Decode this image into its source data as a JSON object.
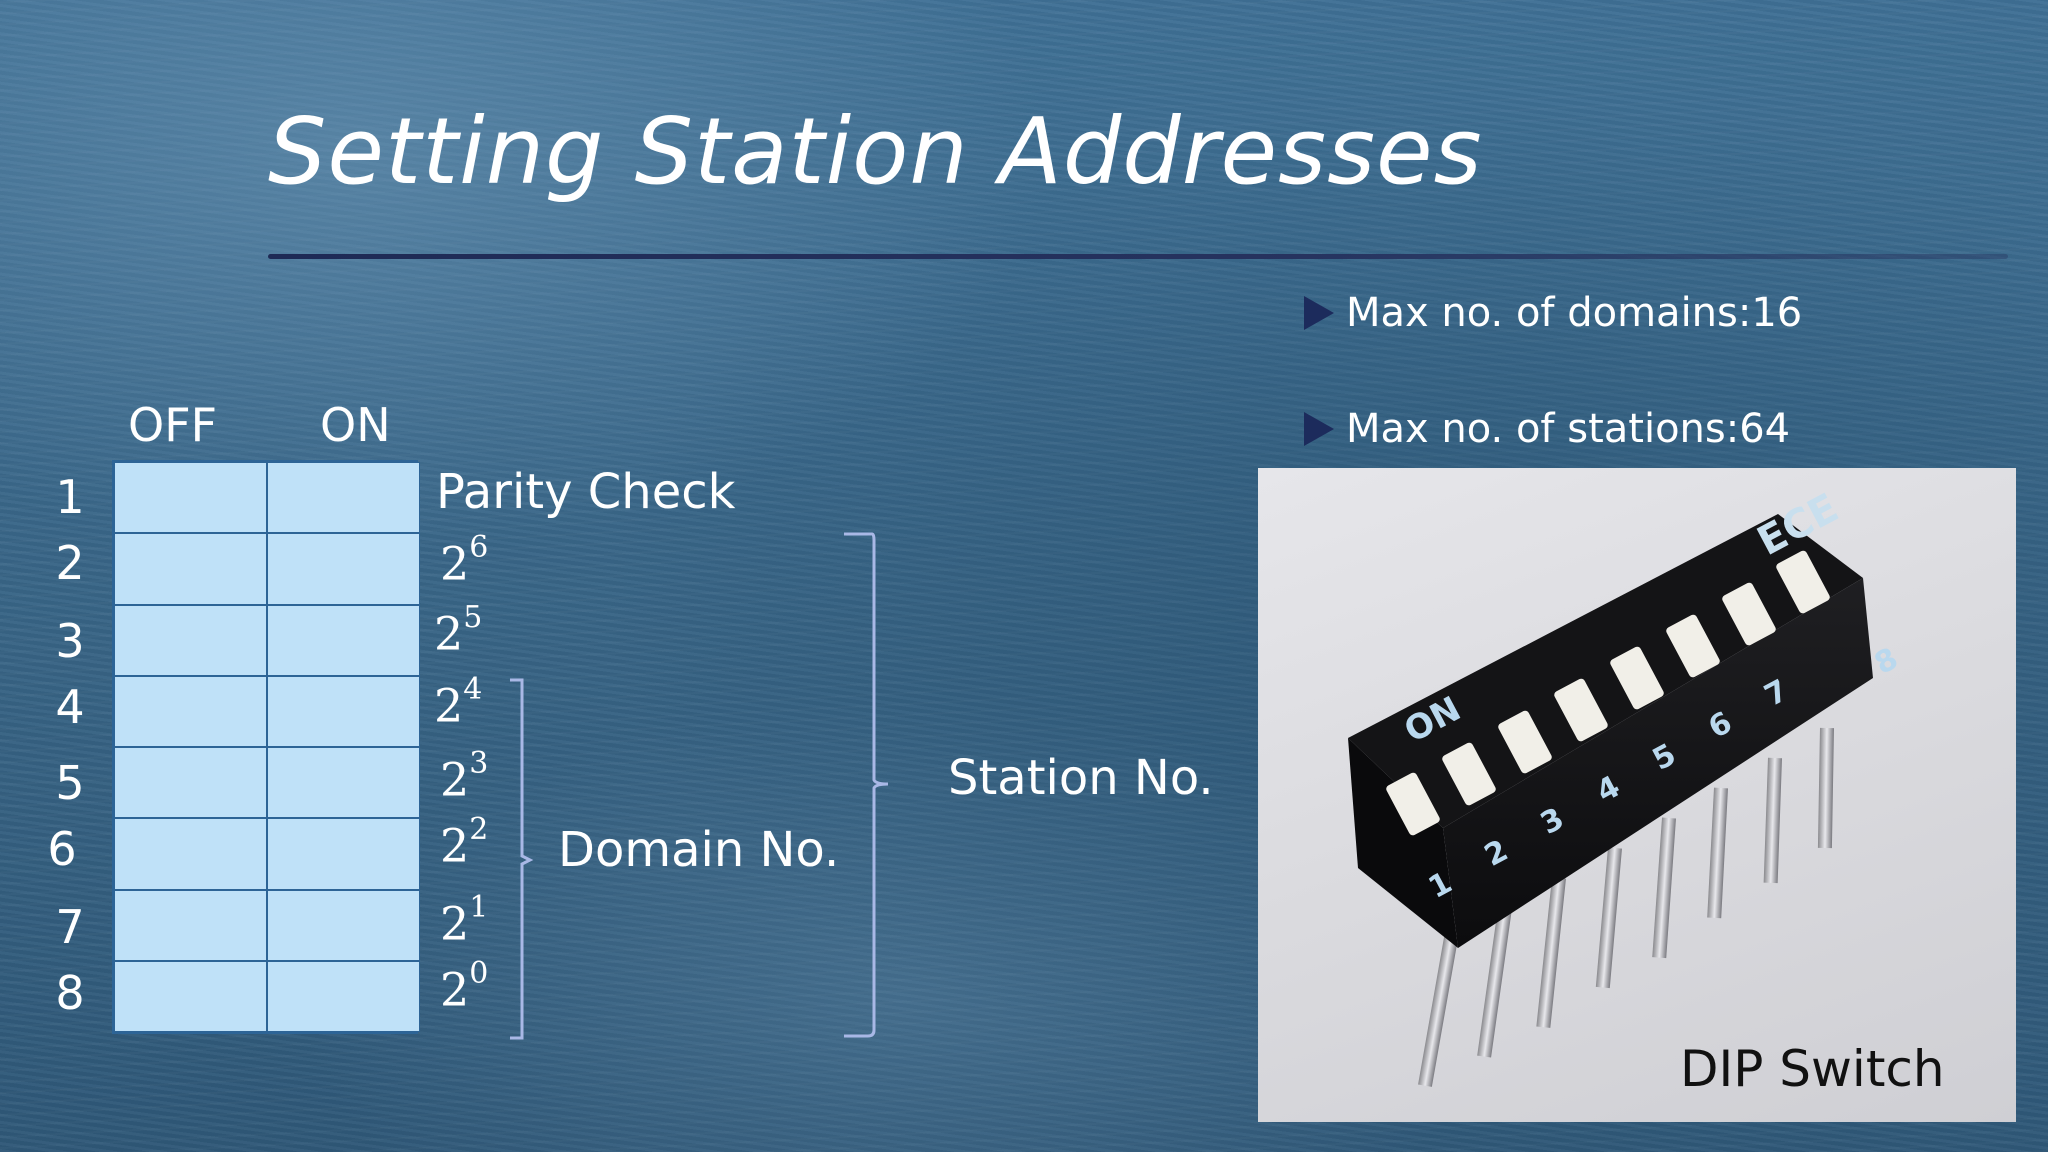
{
  "slide": {
    "title": "Setting Station Addresses",
    "bullets": [
      "Max no. of domains:16",
      "Max no. of stations:64"
    ],
    "columns": {
      "off": "OFF",
      "on": "ON"
    },
    "rows": [
      "1",
      "2",
      "3",
      "4",
      "5",
      "6",
      "7",
      "8"
    ],
    "parity_label": "Parity Check",
    "powers": [
      {
        "base": "2",
        "exp": "6"
      },
      {
        "base": "2",
        "exp": "5"
      },
      {
        "base": "2",
        "exp": "4"
      },
      {
        "base": "2",
        "exp": "3"
      },
      {
        "base": "2",
        "exp": "2"
      },
      {
        "base": "2",
        "exp": "1"
      },
      {
        "base": "2",
        "exp": "0"
      }
    ],
    "domain_label": "Domain No.",
    "station_label": "Station No.",
    "photo": {
      "caption": "DIP Switch",
      "brand": "ECE",
      "on_marker": "ON",
      "switch_numbers": [
        "1",
        "2",
        "3",
        "4",
        "5",
        "6",
        "7",
        "8"
      ]
    }
  },
  "colors": {
    "background": "#3b6a8f",
    "cell_fill": "#bfe1f8",
    "bracket": "#a9b8e6",
    "bullet_marker": "#1c2b5c"
  }
}
